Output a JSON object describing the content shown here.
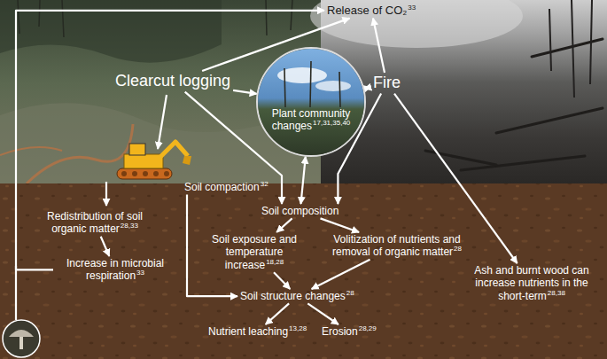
{
  "diagram": {
    "nodes": [
      {
        "text": [
          "Release of CO₂",
          "33"
        ]
      },
      {
        "text": [
          "Clearcut logging"
        ]
      },
      {
        "text": [
          "Fire"
        ]
      },
      {
        "text": [
          "Plant community changes",
          "17,31,35,40"
        ]
      },
      {
        "text": [
          "Soil compaction",
          "32"
        ]
      },
      {
        "text": [
          "Soil composition"
        ]
      },
      {
        "text": [
          "Redistribution of soil organic matter",
          "28,33"
        ]
      },
      {
        "text": [
          "Soil exposure and temperature increase",
          "18,28"
        ]
      },
      {
        "text": [
          "Volitization of nutrients and removal of organic matter",
          "28"
        ]
      },
      {
        "text": [
          "Increase in microbial respiration",
          "33"
        ]
      },
      {
        "text": [
          "Ash and burnt wood can increase nutrients in the short-term",
          "28,38"
        ]
      },
      {
        "text": [
          "Soil structure changes",
          "28"
        ]
      },
      {
        "text": [
          "Nutrient leaching",
          "13,28"
        ]
      },
      {
        "text": [
          "Erosion",
          "28,29"
        ]
      }
    ],
    "edges": [
      {
        "from": 1,
        "to": 0,
        "arrow": "to"
      },
      {
        "from": 2,
        "to": 0,
        "arrow": "to"
      },
      {
        "from": 1,
        "to": 3,
        "arrow": "to"
      },
      {
        "from": 2,
        "to": 3,
        "arrow": "both"
      },
      {
        "from": 1,
        "to": 5,
        "arrow": "to"
      },
      {
        "from": 2,
        "to": 5,
        "arrow": "to"
      },
      {
        "from": 3,
        "to": 5,
        "arrow": "both"
      },
      {
        "from": 5,
        "to": 7,
        "arrow": "to"
      },
      {
        "from": 5,
        "to": 8,
        "arrow": "to"
      },
      {
        "from": 6,
        "to": 9,
        "arrow": "to"
      },
      {
        "from": 9,
        "to": 0,
        "arrow": "to"
      },
      {
        "from": 4,
        "to": 11,
        "arrow": "to"
      },
      {
        "from": 7,
        "to": 11,
        "arrow": "to"
      },
      {
        "from": 8,
        "to": 11,
        "arrow": "to"
      },
      {
        "from": 11,
        "to": 12,
        "arrow": "to"
      },
      {
        "from": 11,
        "to": 13,
        "arrow": "to"
      },
      {
        "from": 2,
        "to": 10,
        "arrow": "to"
      }
    ]
  }
}
